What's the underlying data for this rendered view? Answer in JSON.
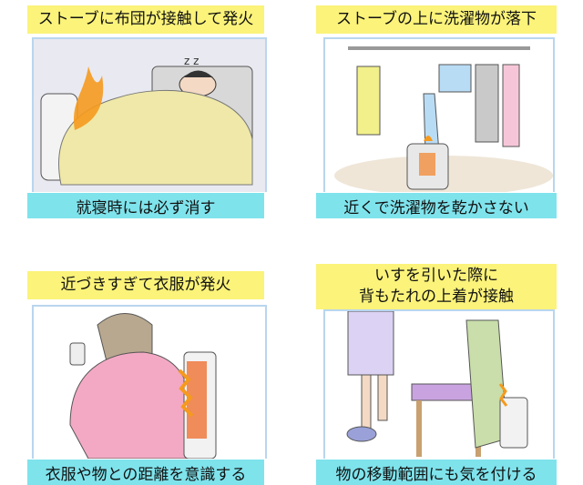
{
  "panels": [
    {
      "title": "ストーブに布団が接触して発火",
      "tip": "就寝時には必ず消す",
      "scene": "blanket-touching-heater"
    },
    {
      "title": "ストーブの上に洗濯物が落下",
      "tip": "近くで洗濯物を乾かさない",
      "scene": "laundry-falling-on-stove"
    },
    {
      "title": "近づきすぎて衣服が発火",
      "tip": "衣服や物との距離を意識する",
      "scene": "clothes-too-close-to-heater"
    },
    {
      "title_lines": [
        "いすを引いた際に",
        "背もたれの上着が接触"
      ],
      "tip": "物の移動範囲にも気を付ける",
      "scene": "chair-jacket-touching-heater"
    }
  ],
  "colors": {
    "header": "#fbf37a",
    "tip": "#7fe3ec",
    "frame": "#b9d6ee",
    "flame": "#f59a1e"
  }
}
